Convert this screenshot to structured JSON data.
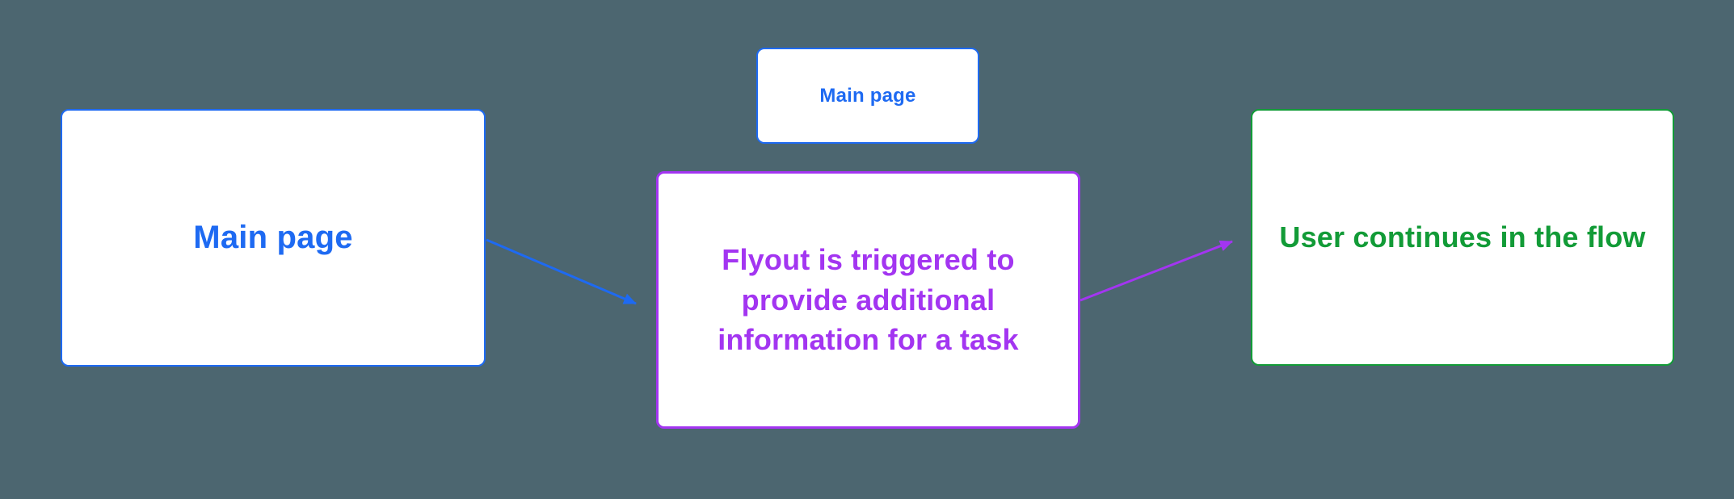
{
  "colors": {
    "background": "#4C6670",
    "blue": "#1E6AF2",
    "purple": "#A335F1",
    "green": "#129B37",
    "node_fill": "#FFFFFF"
  },
  "diagram": {
    "nodes": [
      {
        "id": "main-page",
        "label": "Main page",
        "accent": "blue"
      },
      {
        "id": "main-page-mini",
        "label": "Main page",
        "accent": "blue"
      },
      {
        "id": "flyout",
        "label": "Flyout is triggered to\nprovide additional\ninformation for a task",
        "accent": "purple"
      },
      {
        "id": "user-continues",
        "label": "User continues in the flow",
        "accent": "green"
      }
    ],
    "edges": [
      {
        "from": "main-page",
        "to": "flyout",
        "color": "blue"
      },
      {
        "from": "flyout",
        "to": "user-continues",
        "color": "purple"
      }
    ]
  }
}
